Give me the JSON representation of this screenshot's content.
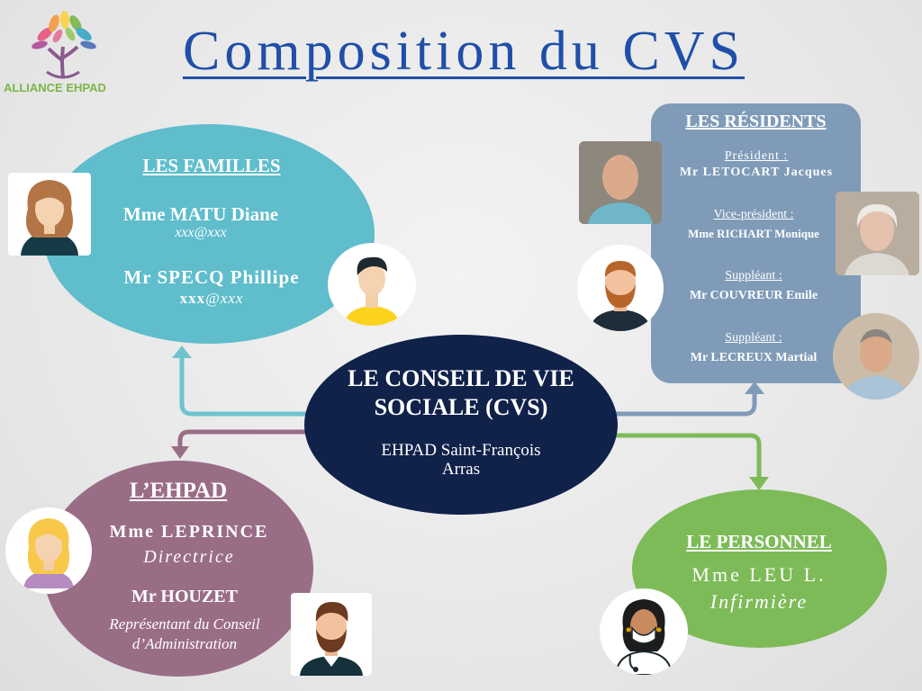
{
  "title": "Composition du CVS",
  "logo": {
    "text": "ALLIANCE EHPAD"
  },
  "center": {
    "title_line1": "LE CONSEIL DE VIE",
    "title_line2": "SOCIALE (CVS)",
    "sub_line1": "EHPAD Saint-François",
    "sub_line2": "Arras"
  },
  "families": {
    "header": "LES FAMILLES",
    "member1_name": "Mme MATU Diane",
    "member1_email": "xxx@xxx",
    "member2_name": "Mr SPECQ Phillipe",
    "member2_email_user": "xxx",
    "member2_email_domain": "@xxx"
  },
  "residents": {
    "header": "LES RÉSIDENTS",
    "members": [
      {
        "role": "Président :",
        "name": "Mr LETOCART Jacques"
      },
      {
        "role": "Vice-président :",
        "name": "Mme RICHART Monique"
      },
      {
        "role": "Suppléant :",
        "name": "Mr COUVREUR Emile"
      },
      {
        "role": "Suppléant :",
        "name": "Mr LECREUX Martial"
      }
    ]
  },
  "ehpad": {
    "header": "L’EHPAD",
    "member1_name": "Mme LEPRINCE",
    "member1_role": "Directrice",
    "member2_name": "Mr HOUZET",
    "member2_role_line1": "Représentant du Conseil",
    "member2_role_line2": "d’Administration"
  },
  "personnel": {
    "header": "LE PERSONNEL",
    "member_name": "Mme LEU L.",
    "member_role": "Infirmière"
  },
  "colors": {
    "title": "#1f4fa8",
    "families": "#5fbdcc",
    "center": "#10214a",
    "ehpad": "#9a6d87",
    "personnel": "#7dbb58",
    "residents": "#7f9bb8",
    "logo_green": "#7ab648"
  },
  "icons": [
    "logo-tree-icon",
    "woman-avatar-icon",
    "man-avatar-icon",
    "bearded-man-avatar-icon",
    "blonde-woman-avatar-icon",
    "nurse-avatar-icon"
  ]
}
